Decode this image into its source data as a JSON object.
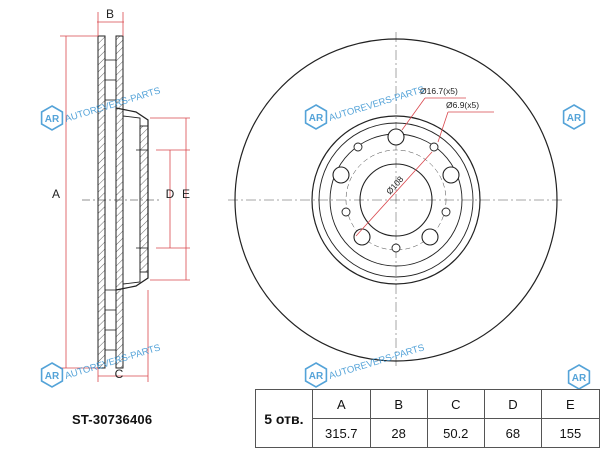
{
  "drawing": {
    "side_labels": {
      "A": "A",
      "B": "B",
      "C": "C",
      "D": "D",
      "E": "E"
    },
    "front_labels": {
      "bolt_hole": "Ø16.7(x5)",
      "small_hole": "Ø6.9(x5)",
      "pcd": "Ø108"
    }
  },
  "watermark": {
    "text": "AUTOREVERS-PARTS",
    "logo": "AR"
  },
  "part_number": "ST-30736406",
  "spec_table": {
    "holes_label": "5 отв.",
    "headers": [
      "A",
      "B",
      "C",
      "D",
      "E"
    ],
    "values": [
      "315.7",
      "28",
      "50.2",
      "68",
      "155"
    ]
  },
  "colors": {
    "line": "#2a2a2a",
    "dimension": "#d9484e",
    "watermark": "#2f8fd0"
  }
}
